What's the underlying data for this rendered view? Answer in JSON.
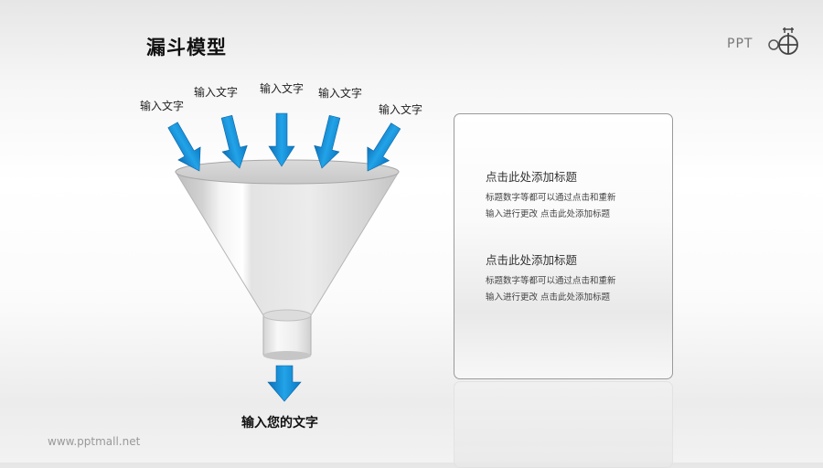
{
  "header": {
    "title": "漏斗模型",
    "logo_text": "PPT",
    "logo_icon": "circle-crosshair-logo-icon"
  },
  "funnel": {
    "input_labels": [
      "输入文字",
      "输入文字",
      "输入文字",
      "输入文字",
      "输入文字"
    ],
    "output_label": "输入您的文字",
    "arrow_color": "#1a8fd8",
    "arrow_icon": "arrow-down-icon"
  },
  "panel": {
    "blocks": [
      {
        "title": "点击此处添加标题",
        "lines": [
          "标题数字等都可以通过点击和重新",
          "输入进行更改 点击此处添加标题"
        ]
      },
      {
        "title": "点击此处添加标题",
        "lines": [
          "标题数字等都可以通过点击和重新",
          "输入进行更改 点击此处添加标题"
        ]
      }
    ]
  },
  "footer": {
    "url": "www.pptmall.net"
  }
}
